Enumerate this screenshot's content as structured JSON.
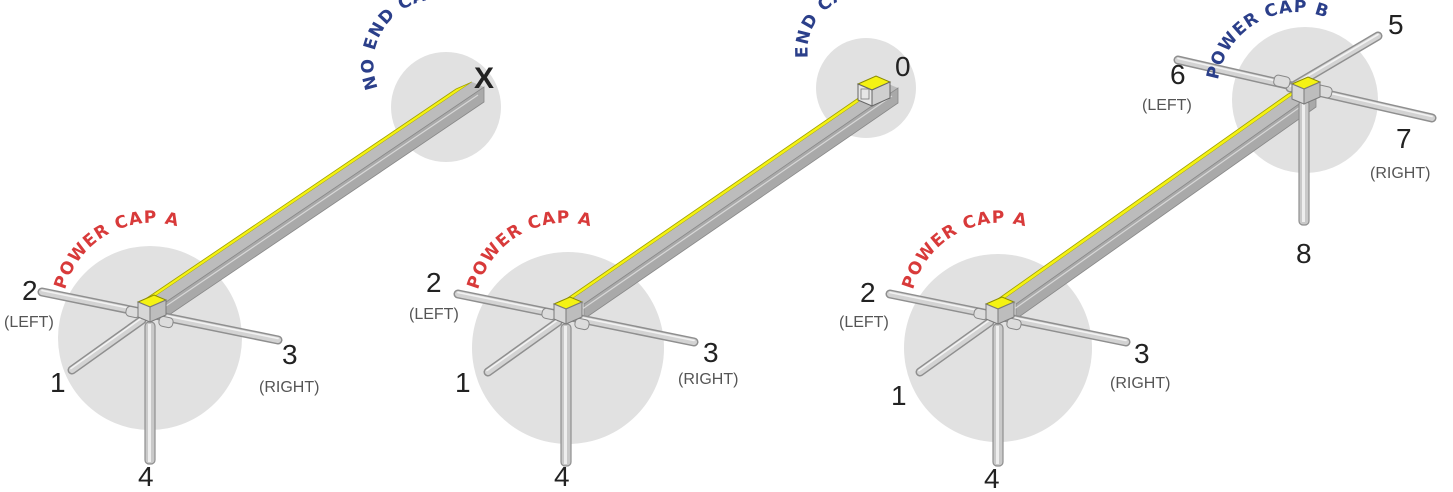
{
  "colors": {
    "red_label": "#d83a3a",
    "blue_label": "#2b3f8a",
    "yellow": "#f4f213",
    "circle": "#e1e1e1"
  },
  "panels": [
    {
      "start_label": "POWER CAP A",
      "end_label": "NO END CAP",
      "end_marker": "X",
      "pins": {
        "p1": "1",
        "p2": "2",
        "p2_sub": "(LEFT)",
        "p3": "3",
        "p3_sub": "(RIGHT)",
        "p4": "4"
      }
    },
    {
      "start_label": "POWER CAP A",
      "end_label": "END CAP",
      "end_marker": "0",
      "pins": {
        "p1": "1",
        "p2": "2",
        "p2_sub": "(LEFT)",
        "p3": "3",
        "p3_sub": "(RIGHT)",
        "p4": "4"
      }
    },
    {
      "start_label": "POWER CAP A",
      "end_label": "POWER CAP B",
      "pins": {
        "p1": "1",
        "p2": "2",
        "p2_sub": "(LEFT)",
        "p3": "3",
        "p3_sub": "(RIGHT)",
        "p4": "4"
      },
      "end_pins": {
        "p5": "5",
        "p6": "6",
        "p6_sub": "(LEFT)",
        "p7": "7",
        "p7_sub": "(RIGHT)",
        "p8": "8"
      }
    }
  ]
}
